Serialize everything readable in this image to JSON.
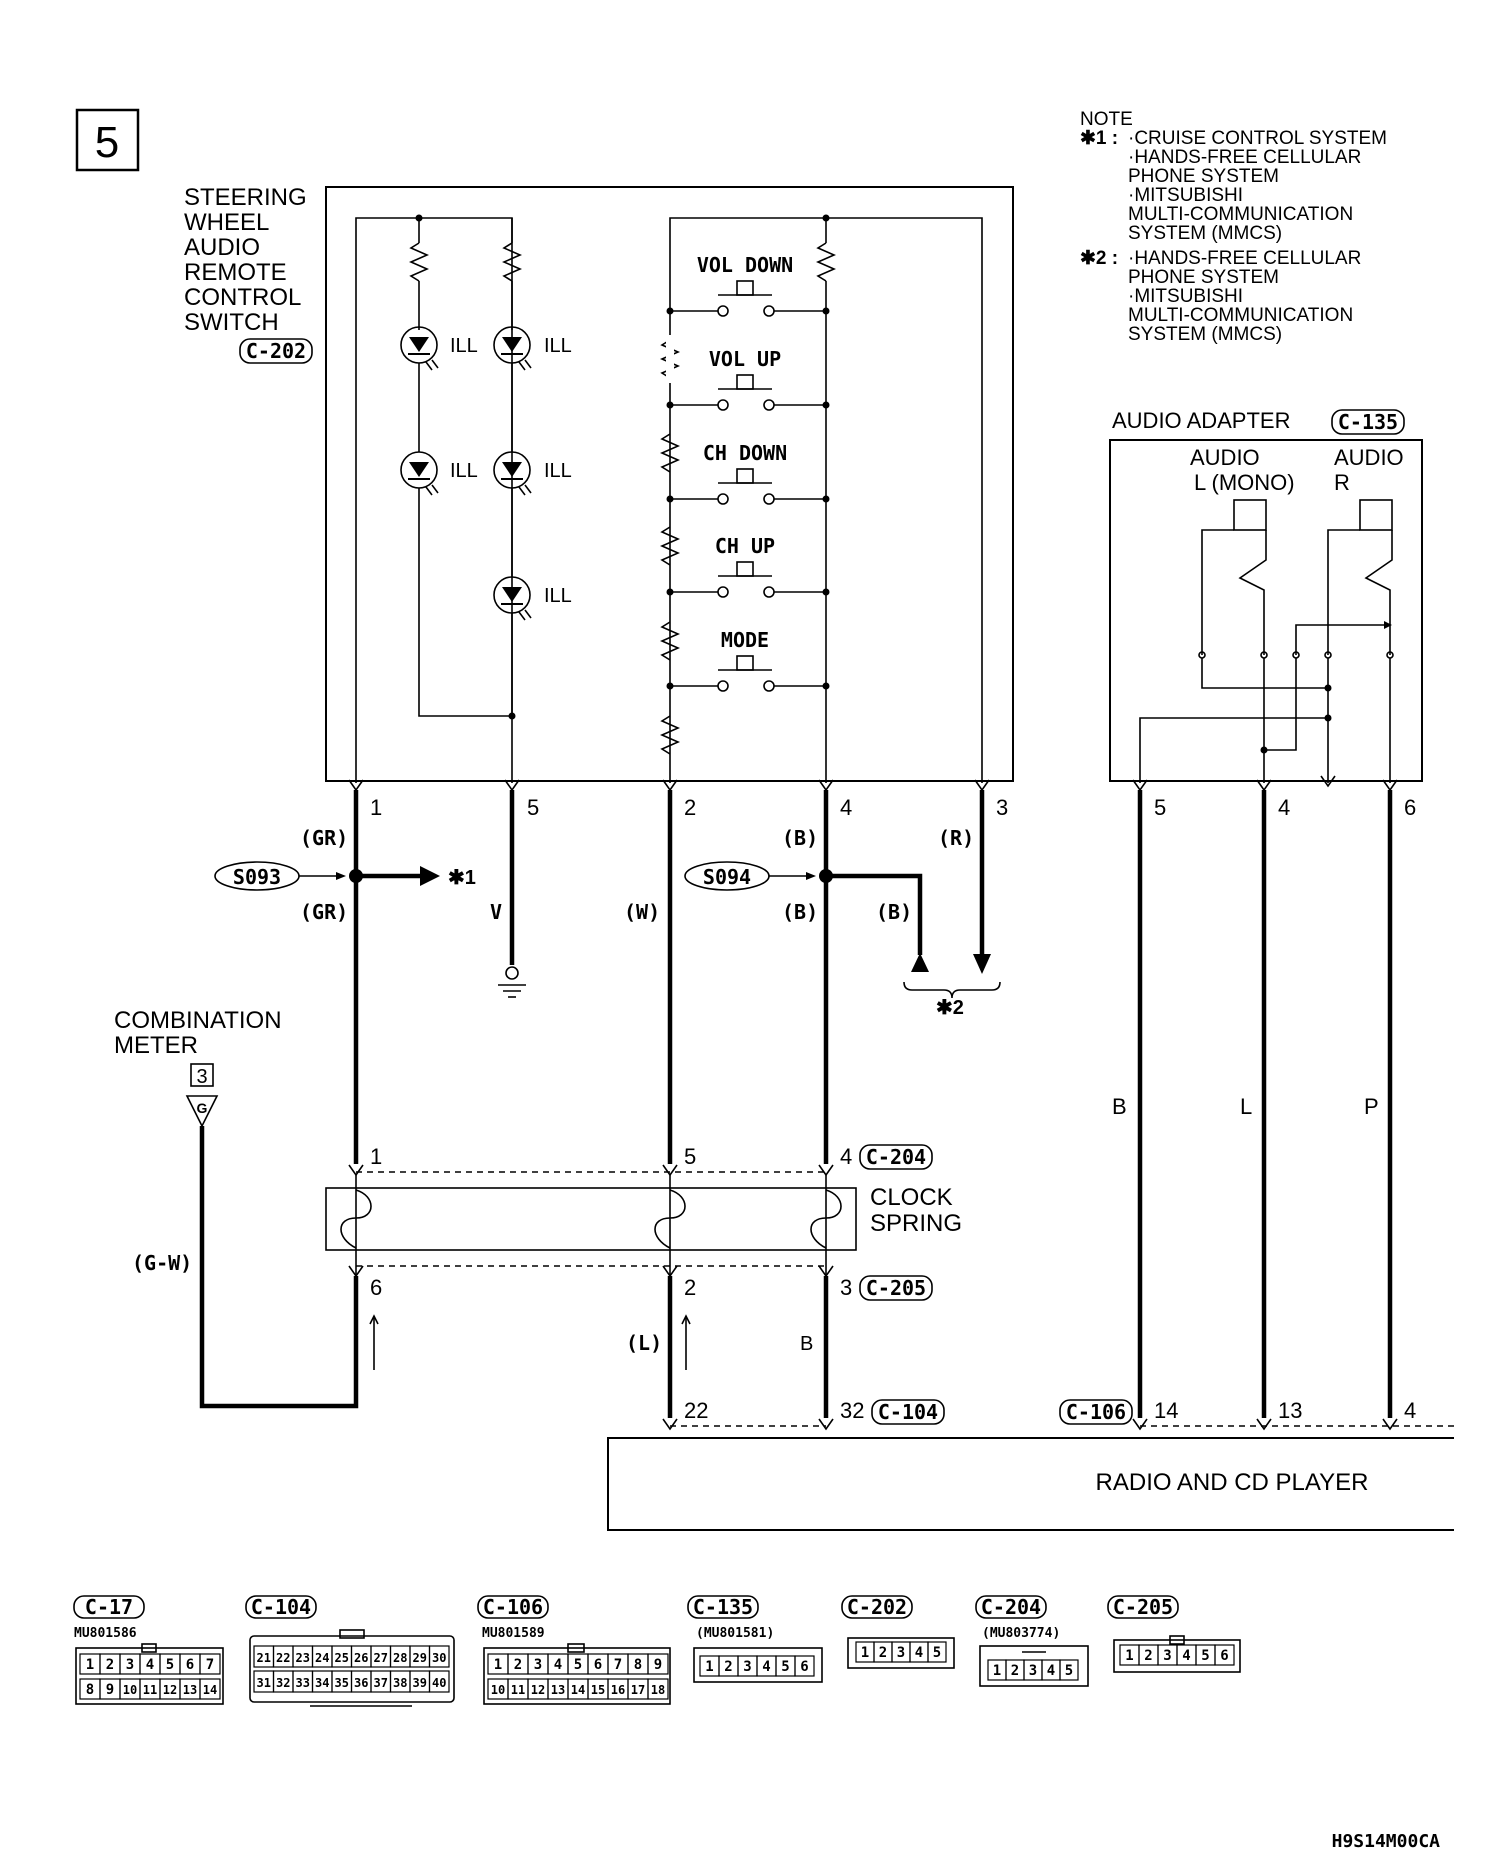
{
  "page_number": "5",
  "note": {
    "title": "NOTE",
    "star1_marker": "✱1 :",
    "star1_lines": [
      "·CRUISE CONTROL SYSTEM",
      "·HANDS-FREE CELLULAR",
      "PHONE SYSTEM",
      "·MITSUBISHI",
      "MULTI-COMMUNICATION",
      "SYSTEM (MMCS)"
    ],
    "star2_marker": "✱2 :",
    "star2_lines": [
      "·HANDS-FREE CELLULAR",
      "PHONE SYSTEM",
      "·MITSUBISHI",
      "MULTI-COMMUNICATION",
      "SYSTEM (MMCS)"
    ]
  },
  "steering_switch": {
    "title_lines": [
      "STEERING",
      "WHEEL",
      "AUDIO",
      "REMOTE",
      "CONTROL",
      "SWITCH"
    ],
    "connector": "C-202",
    "ill_label": "ILL",
    "buttons": [
      "VOL  DOWN",
      "VOL  UP",
      "CH  DOWN",
      "CH  UP",
      "MODE"
    ],
    "pins": [
      "1",
      "5",
      "2",
      "4",
      "3"
    ]
  },
  "audio_adapter": {
    "title": "AUDIO ADAPTER",
    "connector": "C-135",
    "left_label_lines": [
      "AUDIO",
      "L (MONO)"
    ],
    "right_label_lines": [
      "AUDIO",
      "R"
    ],
    "pins": [
      "5",
      "4",
      "6"
    ]
  },
  "wires": {
    "gr_top": "(GR)",
    "gr_bottom": "(GR)",
    "v": "V",
    "w": "(W)",
    "b_top": "(B)",
    "b_mid": "(B)",
    "b_branch": "(B)",
    "r": "(R)",
    "gw": "(G-W)",
    "l": "(L)",
    "b_lower": "B",
    "adapter_b": "B",
    "adapter_l": "L",
    "adapter_p": "P"
  },
  "splices": {
    "s093": "S093",
    "s094": "S094"
  },
  "refs": {
    "star1": "✱1",
    "star2": "✱2"
  },
  "combination_meter": {
    "title_lines": [
      "COMBINATION",
      "METER"
    ],
    "pin": "3",
    "ground_letter": "G"
  },
  "clock_spring": {
    "title_lines": [
      "CLOCK",
      "SPRING"
    ],
    "top_pins": [
      "1",
      "5",
      "4"
    ],
    "top_connector": "C-204",
    "bottom_pins": [
      "6",
      "2",
      "3"
    ],
    "bottom_connector": "C-205"
  },
  "radio": {
    "title": "RADIO AND CD PLAYER",
    "pins_c104": [
      "22",
      "32"
    ],
    "connector_c104": "C-104",
    "connector_c106": "C-106",
    "pins_c106": [
      "14",
      "13",
      "4"
    ]
  },
  "connector_views": [
    {
      "id": "C-17",
      "part": "MU801586"
    },
    {
      "id": "C-104",
      "part": ""
    },
    {
      "id": "C-106",
      "part": "MU801589"
    },
    {
      "id": "C-135",
      "part": "(MU801581)"
    },
    {
      "id": "C-202",
      "part": ""
    },
    {
      "id": "C-204",
      "part": "(MU803774)"
    },
    {
      "id": "C-205",
      "part": ""
    }
  ],
  "connector_pins": {
    "c17_row1": [
      "1",
      "2",
      "3",
      "4",
      "5",
      "6",
      "7"
    ],
    "c17_row2": [
      "8",
      "9",
      "10",
      "11",
      "12",
      "13",
      "14"
    ],
    "c104_row1": [
      "21",
      "22",
      "23",
      "24",
      "25",
      "26",
      "27",
      "28",
      "29",
      "30"
    ],
    "c104_row2": [
      "31",
      "32",
      "33",
      "34",
      "35",
      "36",
      "37",
      "38",
      "39",
      "40"
    ],
    "c106_row1": [
      "1",
      "2",
      "3",
      "4",
      "5",
      "6",
      "7",
      "8",
      "9"
    ],
    "c106_row2": [
      "10",
      "11",
      "12",
      "13",
      "14",
      "15",
      "16",
      "17",
      "18"
    ],
    "c135": [
      "1",
      "2",
      "3",
      "4",
      "5",
      "6"
    ],
    "c202": [
      "1",
      "2",
      "3",
      "4",
      "5"
    ],
    "c204": [
      "1",
      "2",
      "3",
      "4",
      "5"
    ],
    "c205": [
      "1",
      "2",
      "3",
      "4",
      "5",
      "6"
    ]
  },
  "figure_code": "H9S14M00CA"
}
